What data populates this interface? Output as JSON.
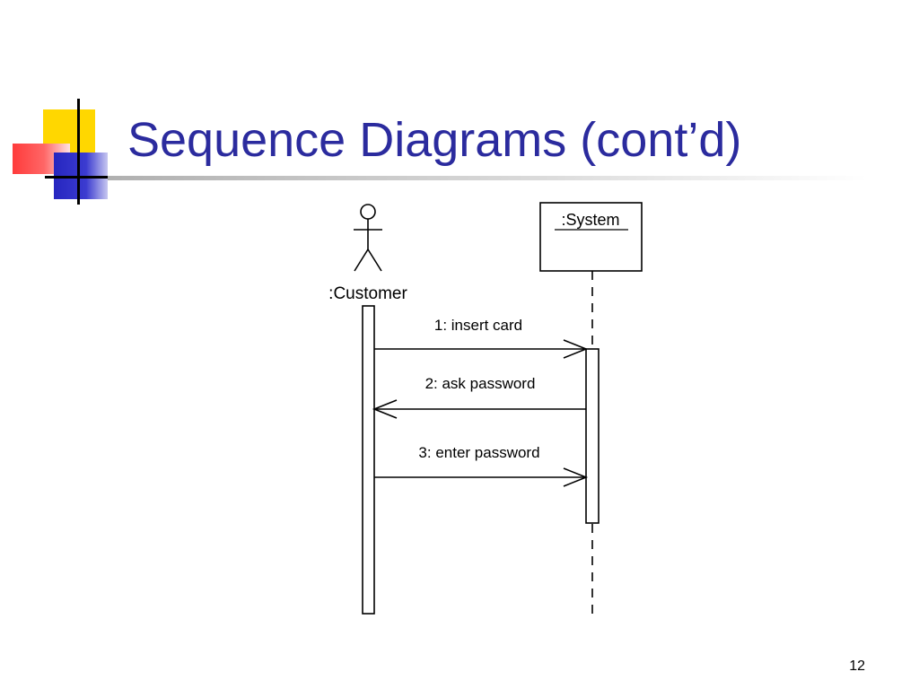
{
  "slide": {
    "title": "Sequence Diagrams (cont’d)",
    "page_number": "12"
  },
  "diagram": {
    "actor_label": ":Customer",
    "object_label": ":System",
    "messages": [
      {
        "number": 1,
        "label": "1: insert card",
        "direction": "customer-to-system"
      },
      {
        "number": 2,
        "label": "2: ask password",
        "direction": "system-to-customer"
      },
      {
        "number": 3,
        "label": "3: enter password",
        "direction": "customer-to-system"
      }
    ]
  }
}
